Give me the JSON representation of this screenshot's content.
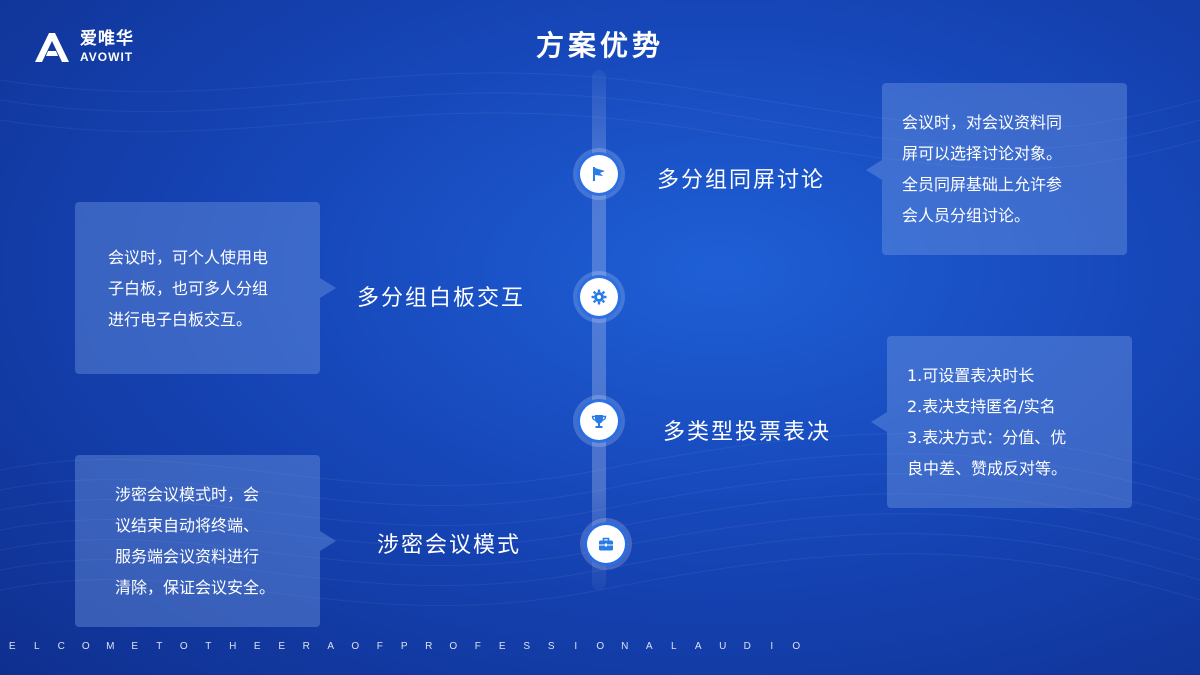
{
  "brand": {
    "name_cn": "爱唯华",
    "name_en": "AVOWIT"
  },
  "title": "方案优势",
  "features": [
    {
      "label": "多分组同屏讨论",
      "icon": "flag-icon",
      "desc": "会议时，对会议资料同\n屏可以选择讨论对象。\n全员同屏基础上允许参\n会人员分组讨论。"
    },
    {
      "label": "多分组白板交互",
      "icon": "gear-icon",
      "desc": "会议时，可个人使用电\n子白板，也可多人分组\n进行电子白板交互。"
    },
    {
      "label": "多类型投票表决",
      "icon": "trophy-icon",
      "desc": "1.可设置表决时长\n2.表决支持匿名/实名\n3.表决方式：分值、优\n良中差、赞成反对等。"
    },
    {
      "label": "涉密会议模式",
      "icon": "briefcase-icon",
      "desc": "涉密会议模式时，会\n议结束自动将终端、\n服务端会议资料进行\n清除，保证会议安全。"
    }
  ],
  "footer": "ELCOMETOTHEERAOFPROFESSIONALAUDIO",
  "colors": {
    "background": "#1646b8",
    "card": "#7aa0e6",
    "node_ring": "#286ee6"
  }
}
